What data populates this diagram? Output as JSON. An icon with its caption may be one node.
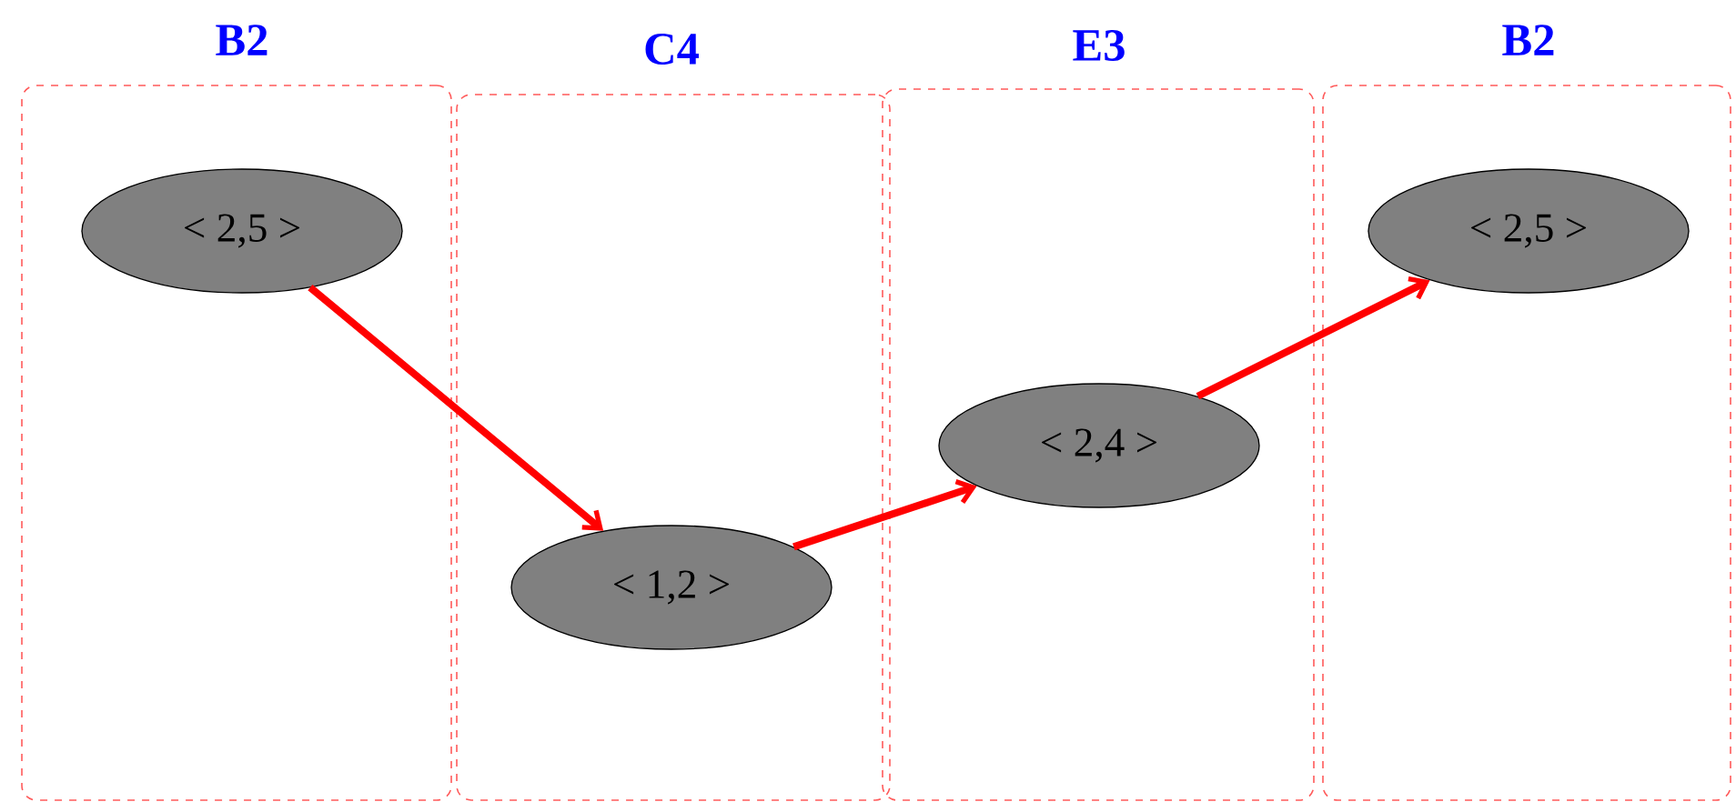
{
  "diagram": {
    "nodes": [
      {
        "text": [
          "B2"
        ]
      },
      {
        "text": [
          "< 2,5 >"
        ],
        "in": 0
      },
      {
        "text": [
          "C4"
        ]
      },
      {
        "text": [
          "< 1,2 >"
        ],
        "in": 2
      },
      {
        "text": [
          "E3"
        ]
      },
      {
        "text": [
          "< 2,4 >"
        ],
        "in": 4
      },
      {
        "text": [
          "B2"
        ]
      },
      {
        "text": [
          "< 2,5 >"
        ],
        "in": 6
      }
    ],
    "edges": [
      {
        "from": 1,
        "to": 3,
        "arrow": "to"
      },
      {
        "from": 3,
        "to": 5,
        "arrow": "to"
      },
      {
        "from": 5,
        "to": 7,
        "arrow": "to"
      }
    ]
  }
}
